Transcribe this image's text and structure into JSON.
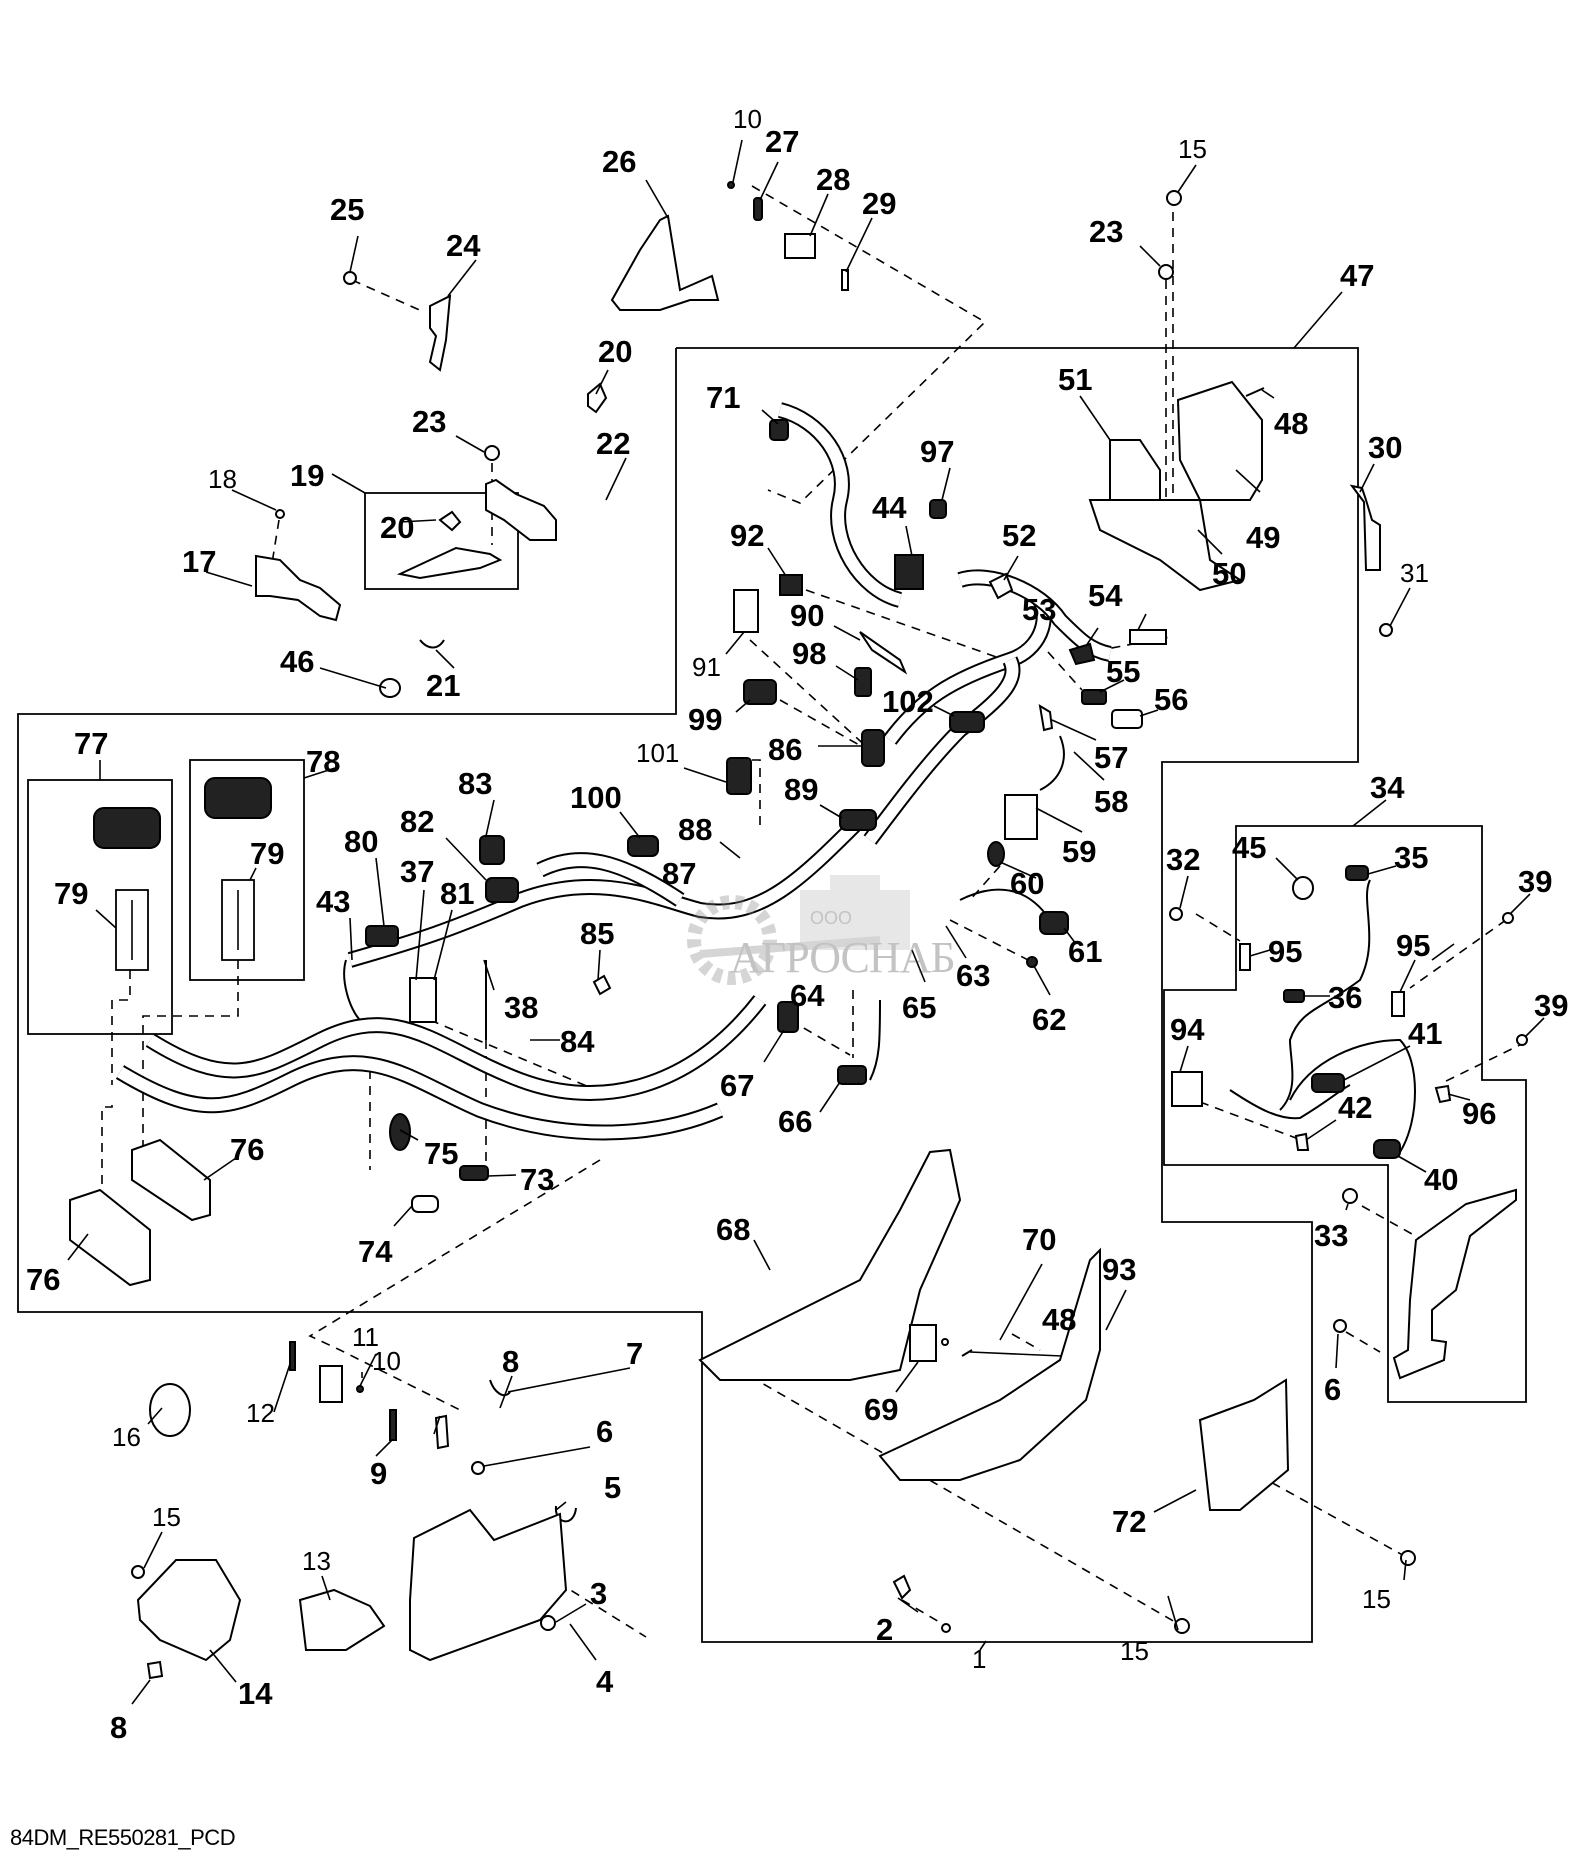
{
  "diagram": {
    "title": "84DM_RE550281_PCD",
    "type": "exploded parts diagram",
    "watermark": {
      "company_prefix": "ООО",
      "company_name": "АГРОСНАБ"
    },
    "groups": [
      {
        "id": "47",
        "label": "47",
        "description": "main harness group box (upper right)"
      },
      {
        "id": "34",
        "label": "34",
        "description": "sub harness group box (right)"
      },
      {
        "id": "19",
        "label": "19",
        "description": "strap kit box"
      },
      {
        "id": "77",
        "label": "77",
        "description": "fuse block kit box"
      },
      {
        "id": "78",
        "label": "78",
        "description": "fuse block kit box"
      }
    ],
    "callouts": [
      {
        "label": "1"
      },
      {
        "label": "2"
      },
      {
        "label": "3"
      },
      {
        "label": "4"
      },
      {
        "label": "5"
      },
      {
        "label": "6"
      },
      {
        "label": "6"
      },
      {
        "label": "7"
      },
      {
        "label": "8"
      },
      {
        "label": "8"
      },
      {
        "label": "9"
      },
      {
        "label": "10"
      },
      {
        "label": "10"
      },
      {
        "label": "11"
      },
      {
        "label": "12"
      },
      {
        "label": "13"
      },
      {
        "label": "14"
      },
      {
        "label": "15"
      },
      {
        "label": "15"
      },
      {
        "label": "15"
      },
      {
        "label": "15"
      },
      {
        "label": "16"
      },
      {
        "label": "17"
      },
      {
        "label": "18"
      },
      {
        "label": "19"
      },
      {
        "label": "20"
      },
      {
        "label": "20"
      },
      {
        "label": "21"
      },
      {
        "label": "22"
      },
      {
        "label": "23"
      },
      {
        "label": "23"
      },
      {
        "label": "24"
      },
      {
        "label": "25"
      },
      {
        "label": "26"
      },
      {
        "label": "27"
      },
      {
        "label": "28"
      },
      {
        "label": "29"
      },
      {
        "label": "30"
      },
      {
        "label": "31"
      },
      {
        "label": "32"
      },
      {
        "label": "33"
      },
      {
        "label": "34"
      },
      {
        "label": "35"
      },
      {
        "label": "36"
      },
      {
        "label": "37"
      },
      {
        "label": "38"
      },
      {
        "label": "39"
      },
      {
        "label": "39"
      },
      {
        "label": "40"
      },
      {
        "label": "41"
      },
      {
        "label": "42"
      },
      {
        "label": "43"
      },
      {
        "label": "44"
      },
      {
        "label": "45"
      },
      {
        "label": "46"
      },
      {
        "label": "47"
      },
      {
        "label": "48"
      },
      {
        "label": "48"
      },
      {
        "label": "49"
      },
      {
        "label": "50"
      },
      {
        "label": "51"
      },
      {
        "label": "52"
      },
      {
        "label": "53"
      },
      {
        "label": "54"
      },
      {
        "label": "55"
      },
      {
        "label": "56"
      },
      {
        "label": "57"
      },
      {
        "label": "58"
      },
      {
        "label": "59"
      },
      {
        "label": "60"
      },
      {
        "label": "61"
      },
      {
        "label": "62"
      },
      {
        "label": "63"
      },
      {
        "label": "64"
      },
      {
        "label": "65"
      },
      {
        "label": "66"
      },
      {
        "label": "67"
      },
      {
        "label": "68"
      },
      {
        "label": "69"
      },
      {
        "label": "70"
      },
      {
        "label": "71"
      },
      {
        "label": "72"
      },
      {
        "label": "73"
      },
      {
        "label": "74"
      },
      {
        "label": "75"
      },
      {
        "label": "76"
      },
      {
        "label": "76"
      },
      {
        "label": "77"
      },
      {
        "label": "78"
      },
      {
        "label": "79"
      },
      {
        "label": "79"
      },
      {
        "label": "80"
      },
      {
        "label": "81"
      },
      {
        "label": "82"
      },
      {
        "label": "83"
      },
      {
        "label": "84"
      },
      {
        "label": "85"
      },
      {
        "label": "86"
      },
      {
        "label": "87"
      },
      {
        "label": "88"
      },
      {
        "label": "89"
      },
      {
        "label": "90"
      },
      {
        "label": "91"
      },
      {
        "label": "92"
      },
      {
        "label": "93"
      },
      {
        "label": "94"
      },
      {
        "label": "95"
      },
      {
        "label": "95"
      },
      {
        "label": "96"
      },
      {
        "label": "97"
      },
      {
        "label": "98"
      },
      {
        "label": "99"
      },
      {
        "label": "100"
      },
      {
        "label": "101"
      },
      {
        "label": "102"
      }
    ]
  }
}
